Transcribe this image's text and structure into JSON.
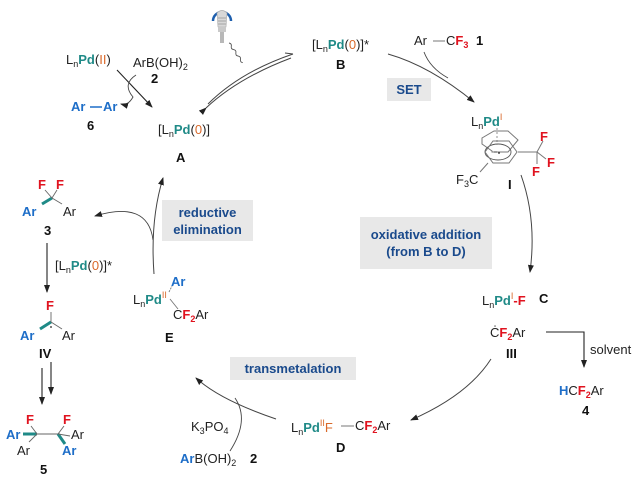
{
  "colors": {
    "pd": "#1f8a87",
    "oxidation": "#d9692a",
    "fluorine": "#e0131f",
    "aryl_blue": "#1e6ec8",
    "step_box_bg": "#e8e8e8",
    "step_box_text": "#1a4a8c"
  },
  "species": {
    "A": {
      "bracket_open": "[L",
      "sub": "n",
      "pd": "Pd",
      "paren_open": "(",
      "ox": "0",
      "paren_close": ")]",
      "label": "A"
    },
    "B": {
      "bracket_open": "[L",
      "sub": "n",
      "pd": "Pd",
      "paren_open": "(",
      "ox": "0",
      "paren_close": ")]*",
      "label": "B"
    },
    "pd2_start": {
      "l": "L",
      "sub": "n",
      "pd": "Pd",
      "paren_open": "(",
      "ox": "II",
      "paren_close": ")"
    },
    "boronic_top": {
      "text": "ArB(OH)",
      "sub": "2",
      "label": "2"
    },
    "biaryl": {
      "ar1": "Ar",
      "dash": "−",
      "ar2": "Ar",
      "label": "6"
    },
    "substrate_1": {
      "ar": "Ar",
      "dash": "−",
      "c": "C",
      "f": "F",
      "sub": "3",
      "label": "1"
    },
    "I": {
      "l": "L",
      "sub": "n",
      "pd": "Pd",
      "ox": "I",
      "cf3_left": "F",
      "cf3_left_sub": "3",
      "cf3_left_c": "C",
      "f1": "F",
      "f2": "F",
      "f3": "F",
      "label": "I"
    },
    "C": {
      "l": "L",
      "sub": "n",
      "pd": "Pd",
      "ox": "I",
      "dash_f": "-F",
      "label": "C"
    },
    "III": {
      "c": "Ċ",
      "f": "F",
      "sub": "2",
      "ar": "Ar",
      "label": "III"
    },
    "product_4": {
      "h": "H",
      "c": "C",
      "f": "F",
      "sub": "2",
      "ar": "Ar",
      "label": "4"
    },
    "D": {
      "l": "L",
      "sub": "n",
      "pd": "Pd",
      "ox": "II",
      "f": "F",
      "dash": "—",
      "c": "C",
      "f2": "F",
      "sub2": "2",
      "ar": "Ar",
      "label": "D"
    },
    "E": {
      "l": "L",
      "sub": "n",
      "pd": "Pd",
      "ox": "II",
      "ar_top": "Ar",
      "c": "C",
      "f": "F",
      "sub2": "2",
      "ar": "Ar",
      "label": "E"
    },
    "boronic_bottom": {
      "ar": "Ar",
      "rest": "B(OH)",
      "sub": "2",
      "label": "2"
    },
    "base": {
      "k": "K",
      "sub1": "3",
      "po": "PO",
      "sub2": "4"
    },
    "product_3": {
      "f1": "F",
      "f2": "F",
      "ar_blue": "Ar",
      "ar": "Ar",
      "label": "3"
    },
    "reagent_3_to_IV": {
      "bracket_open": "[L",
      "sub": "n",
      "pd": "Pd",
      "paren_open": "(",
      "ox": "0",
      "paren_close": ")]*"
    },
    "IV": {
      "f": "F",
      "ar_blue": "Ar",
      "ar": "Ar",
      "label": "IV"
    },
    "product_5": {
      "f1": "F",
      "f2": "F",
      "ar_blue1": "Ar",
      "ar1": "Ar",
      "ar2": "Ar",
      "ar_blue2": "Ar",
      "label": "5"
    }
  },
  "steps": {
    "set": "SET",
    "oxidative_addition": [
      "oxidative addition",
      "(from B to D)"
    ],
    "transmetalation": "transmetalation",
    "reductive_elimination": [
      "reductive",
      "elimination"
    ],
    "solvent": "solvent"
  },
  "icons": {
    "light_source": "light-bulb-icon",
    "irradiation": "wavy-line-icon"
  }
}
